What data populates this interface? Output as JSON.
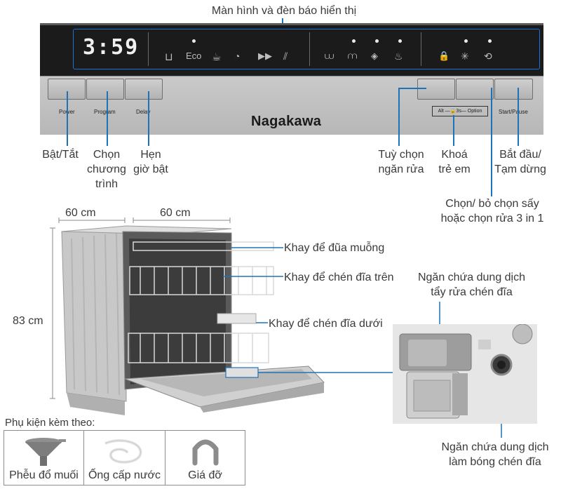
{
  "panel": {
    "display_label": "Màn hình và đèn báo hiển thị",
    "clock": "3:59",
    "eco_label": "Eco",
    "brand": "Nagakawa",
    "button_labels": [
      "Power",
      "Program",
      "Delay",
      "Start/Pause"
    ],
    "option_label": "Alt —🔒3s— Option"
  },
  "callouts": {
    "power": "Bật/Tắt",
    "program": "Chọn\nchương\ntrình",
    "delay": "Hẹn\ngiờ bật",
    "half_load": "Tuỳ chọn\nngăn rửa",
    "child_lock": "Khoá\ntrẻ em",
    "start_pause": "Bắt đầu/\nTạm dừng",
    "dry_3in1": "Chọn/ bỏ chọn sấy\nhoặc chọn rửa 3 in 1"
  },
  "dimensions": {
    "depth": "60 cm",
    "width": "60 cm",
    "height": "83 cm"
  },
  "parts": {
    "cutlery_tray": "Khay để đũa muỗng",
    "upper_rack": "Khay để chén đĩa trên",
    "lower_rack": "Khay để chén đĩa dưới",
    "detergent": "Ngăn chứa dung dịch\ntẩy rửa chén đĩa",
    "rinse_aid": "Ngăn chứa dung dịch\nlàm bóng chén đĩa"
  },
  "accessories": {
    "title": "Phụ kiện kèm theo:",
    "items": [
      "Phễu đổ muối",
      "Ống cấp nước",
      "Giá đỡ"
    ]
  },
  "colors": {
    "callout_line": "#1e73b8",
    "panel_dark": "#1b1b1b",
    "panel_silver": "#c2c2c2"
  }
}
